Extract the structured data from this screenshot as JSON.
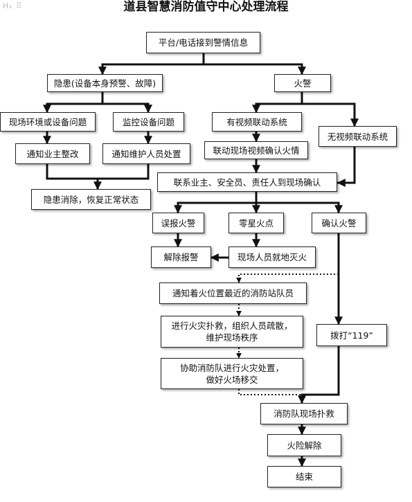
{
  "editor": {
    "handle_label": "H₁ ⠿"
  },
  "title": "道县智慧消防值守中心处理流程",
  "nodes": {
    "receive": "平台/电话接到警情信息",
    "hazard": "隐患(设备本身预警、故障)",
    "fire_alarm": "火警",
    "site_env": "现场环境或设备问题",
    "monitor_dev": "监控设备问题",
    "has_video": "有视频联动系统",
    "no_video": "无视频联动系统",
    "notify_owner": "通知业主整改",
    "notify_maint": "通知维护人员处置",
    "video_confirm": "联动现场视频确认火情",
    "contact": "联系业主、安全员、责任人到现场确认",
    "hazard_cleared": "隐患消除，恢复正常状态",
    "false_alarm": "误报火警",
    "small_fire": "零星火点",
    "confirm_fire": "确认火警",
    "cancel_alarm": "解除报警",
    "staff_extinguish": "现场人员就地灭火",
    "notify_station": "通知着火位置最近的消防站队员",
    "rescue": "进行火灾扑救，组织人员疏散，\n维护现场秩序",
    "dial_119": "拨打“119”",
    "assist": "协助消防队进行火灾处置，\n做好火场移交",
    "fire_brigade": "消防队现场扑救",
    "danger_lifted": "火险解除",
    "end": "结束"
  }
}
